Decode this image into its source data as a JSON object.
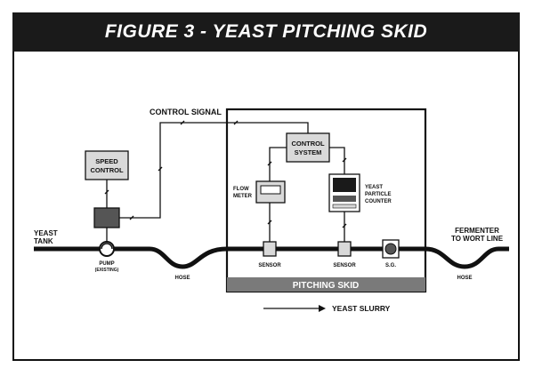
{
  "title": "FIGURE 3 - YEAST PITCHING SKID",
  "labels": {
    "control_signal": "CONTROL SIGNAL",
    "speed_control_1": "SPEED",
    "speed_control_2": "CONTROL",
    "control_system_1": "CONTROL",
    "control_system_2": "SYSTEM",
    "flow_meter_1": "FLOW",
    "flow_meter_2": "METER",
    "particle_counter_1": "YEAST",
    "particle_counter_2": "PARTICLE",
    "particle_counter_3": "COUNTER",
    "yeast_tank_1": "YEAST",
    "yeast_tank_2": "TANK",
    "pump_1": "PUMP",
    "pump_2": "(EXISTING)",
    "hose_left": "HOSE",
    "sensor_1": "SENSOR",
    "sensor_2": "SENSOR",
    "sg": "S.G.",
    "hose_right": "HOSE",
    "fermenter_1": "FERMENTER",
    "fermenter_2": "TO WORT LINE",
    "pitching_skid": "PITCHING SKID",
    "yeast_slurry": "YEAST SLURRY"
  },
  "colors": {
    "ink": "#111111",
    "box_fill": "#d9d9d9",
    "dark_fill": "#555555",
    "skid_bar": "#7a7a7a"
  }
}
